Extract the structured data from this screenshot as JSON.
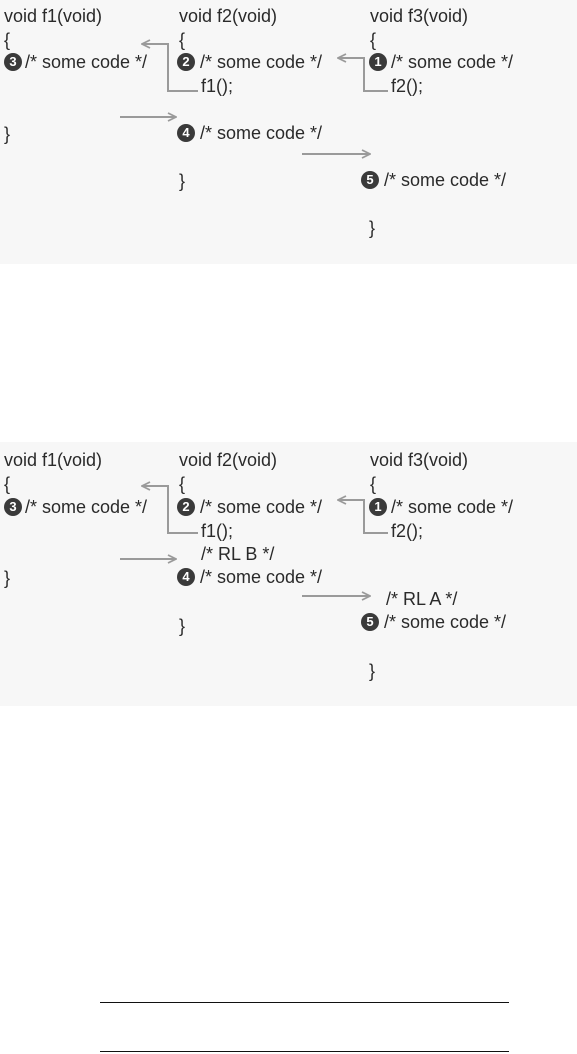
{
  "diagrams": [
    {
      "f1": {
        "signature": "void f1(void)",
        "open_brace": "{",
        "step_number": "3",
        "body_code": "/* some code */",
        "close_brace": "}"
      },
      "f2": {
        "signature": "void f2(void)",
        "open_brace": "{",
        "step_number_first": "2",
        "body_code_first": "/* some code */",
        "call": "f1();",
        "step_number_second": "4",
        "body_code_second": "/* some code */",
        "close_brace": "}"
      },
      "f3": {
        "signature": "void f3(void)",
        "open_brace": "{",
        "step_number_first": "1",
        "body_code_first": "/* some code */",
        "call": "f2();",
        "step_number_second": "5",
        "body_code_second": "/* some code */",
        "close_brace": "}"
      }
    },
    {
      "f1": {
        "signature": "void f1(void)",
        "open_brace": "{",
        "step_number": "3",
        "body_code": "/* some code */",
        "close_brace": "}"
      },
      "f2": {
        "signature": "void f2(void)",
        "open_brace": "{",
        "step_number_first": "2",
        "body_code_first": "/* some code */",
        "call": "f1();",
        "return_label": "/* RL B */",
        "step_number_second": "4",
        "body_code_second": "/* some code */",
        "close_brace": "}"
      },
      "f3": {
        "signature": "void f3(void)",
        "open_brace": "{",
        "step_number_first": "1",
        "body_code_first": "/* some code */",
        "call": "f2();",
        "return_label": "/* RL A */",
        "step_number_second": "5",
        "body_code_second": "/* some code */",
        "close_brace": "}"
      }
    }
  ],
  "colors": {
    "panel_background": "#f7f7f7",
    "text": "#2a2a2a",
    "arrow": "#9a9a9a",
    "badge": "#3a3a3a"
  }
}
